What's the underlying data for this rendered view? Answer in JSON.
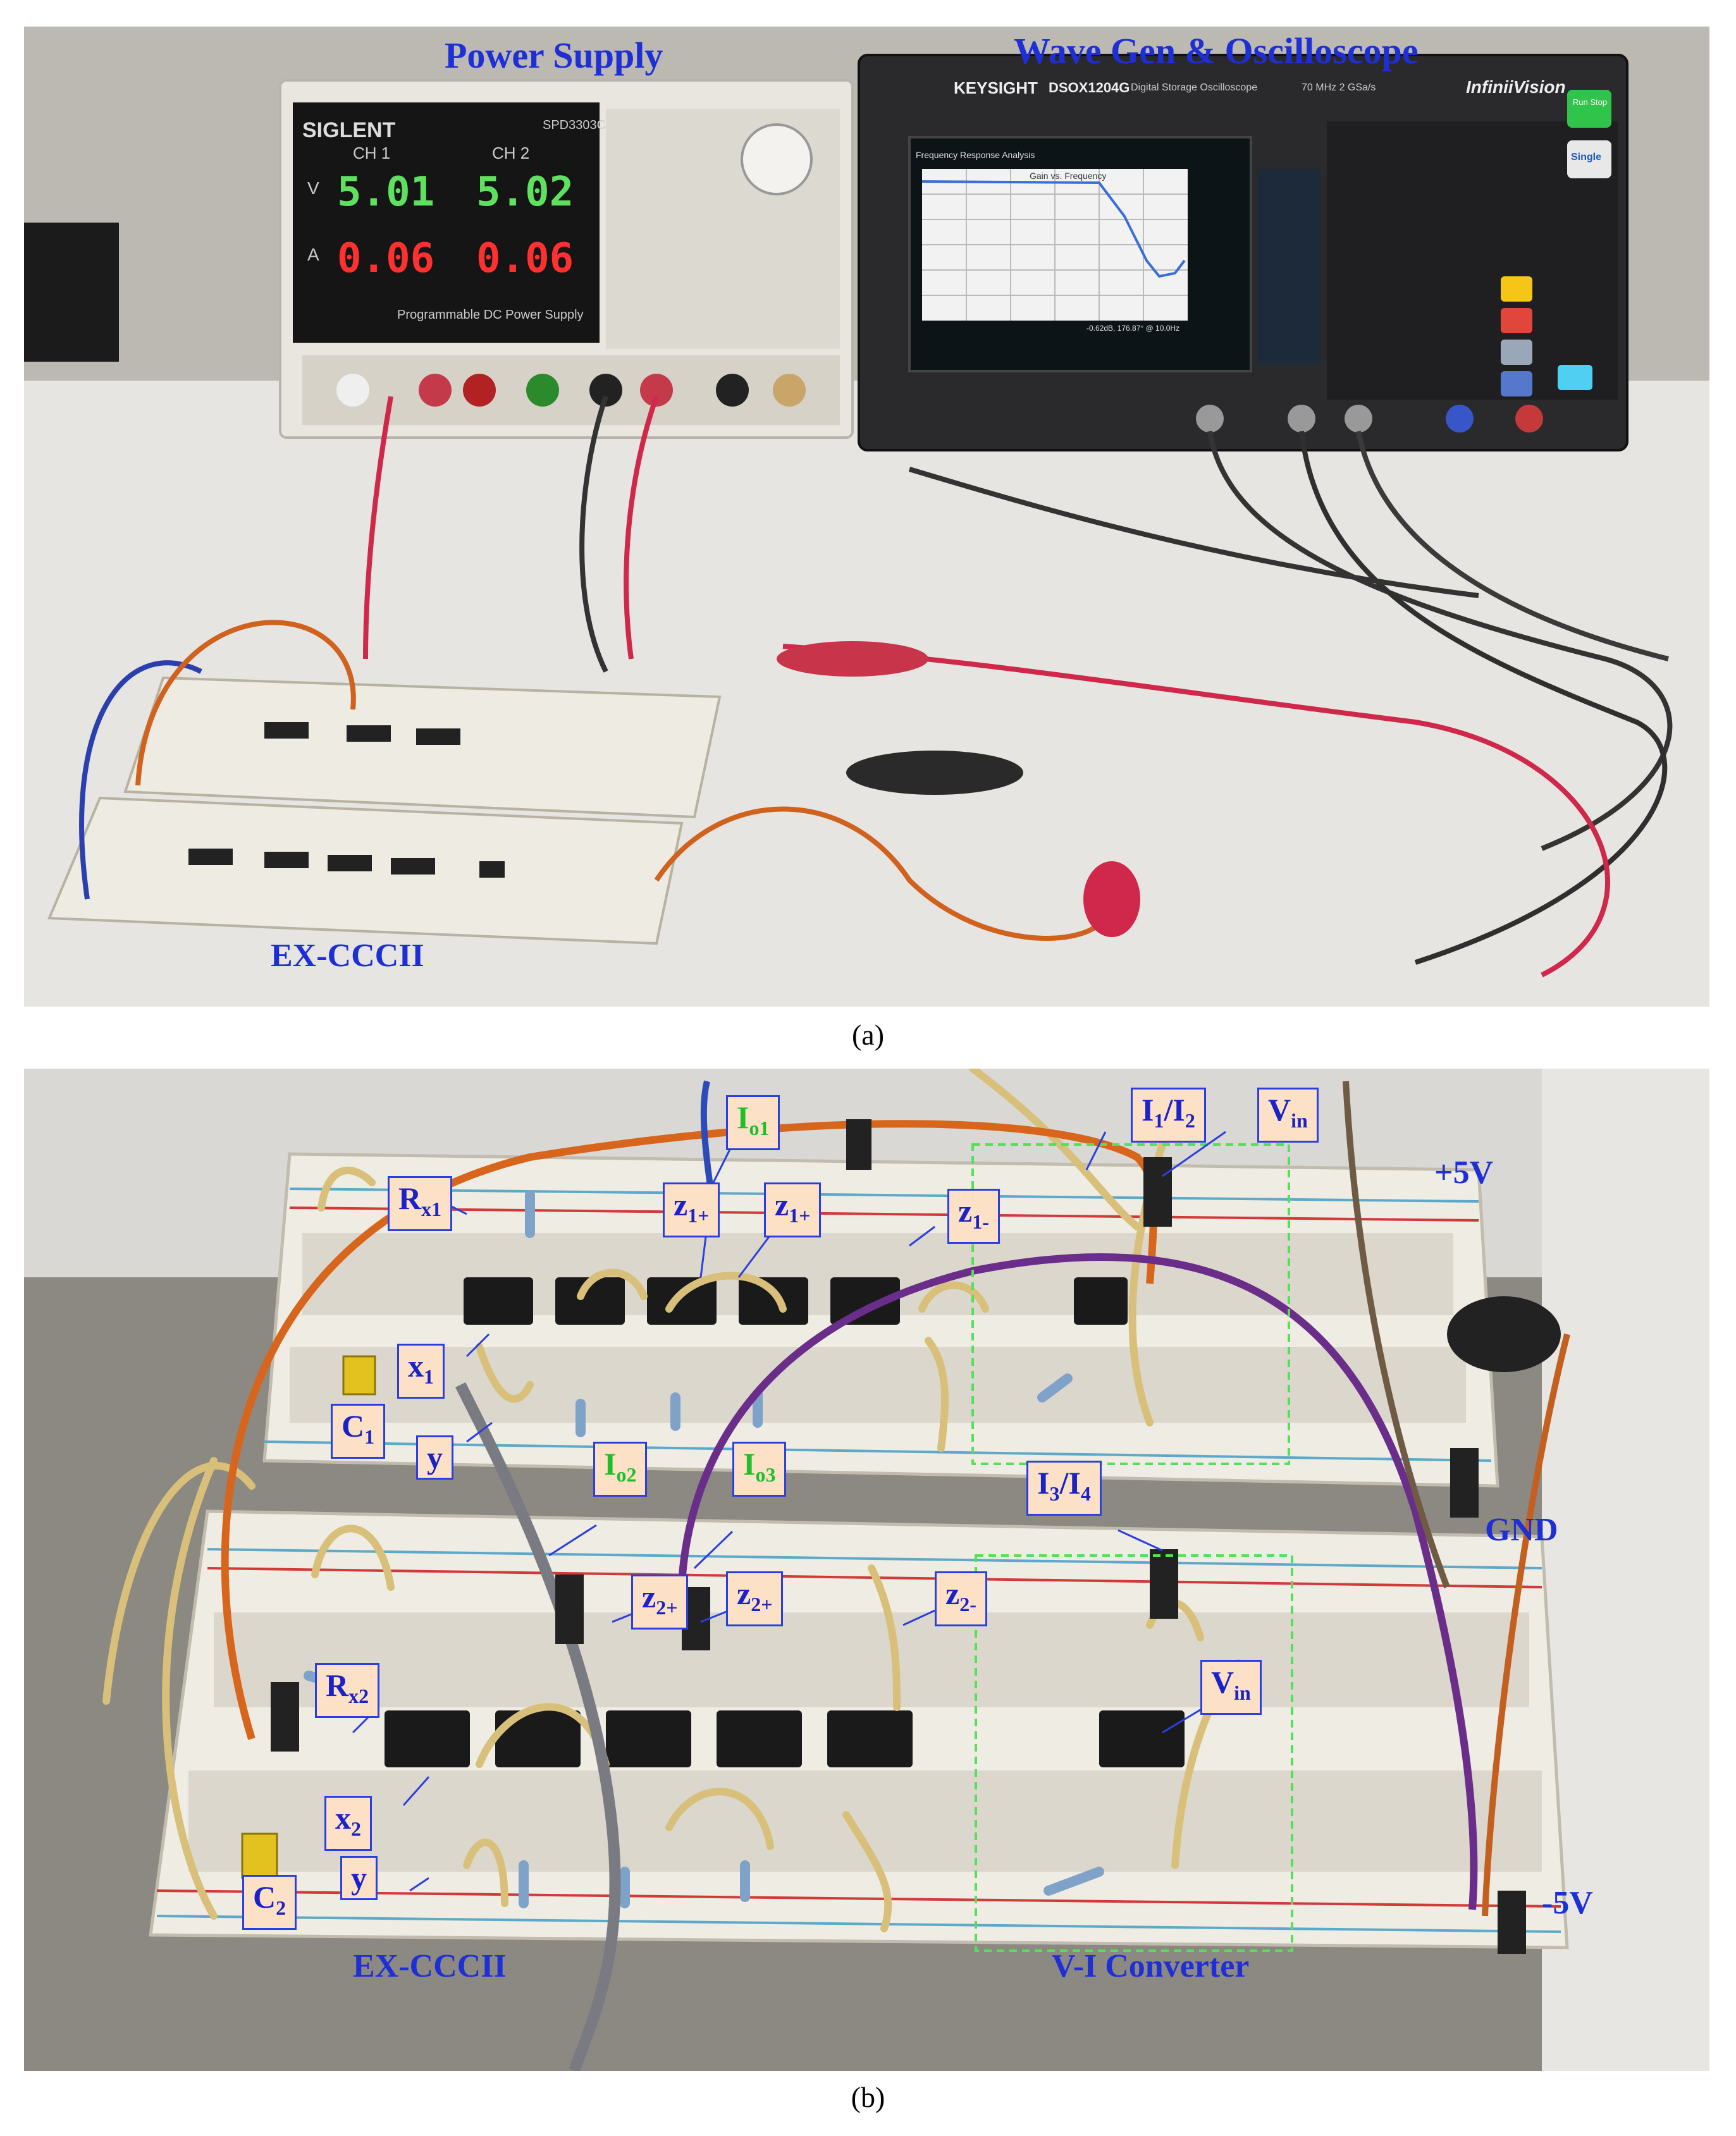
{
  "panel_a": {
    "labels": {
      "power_supply": "Power Supply",
      "wave_gen": "Wave Gen & Oscilloscope",
      "board": "EX-CCCII"
    },
    "psu": {
      "brand": "SIGLENT",
      "model": "SPD3303C",
      "ch1_label": "CH 1",
      "ch2_label": "CH 2",
      "ch1_volts": "5.01",
      "ch2_volts": "5.02",
      "ch1_amps": "0.06",
      "ch2_amps": "0.06",
      "volt_unit": "V",
      "amp_unit": "A",
      "subtitle": "Programmable DC Power Supply"
    },
    "scope": {
      "brand": "KEYSIGHT",
      "model": "DSOX1204G",
      "desc": "Digital Storage Oscilloscope",
      "spec": "70 MHz  2 GSa/s",
      "series": "InfiniiVision",
      "screen_title": "Frequency Response Analysis",
      "plot_title": "Gain vs. Frequency",
      "readout": "-0.62dB, 176.87° @ 10.0Hz",
      "run_stop": "Run Stop",
      "single": "Single"
    },
    "caption": "(a)"
  },
  "panel_b": {
    "tags": {
      "io1": "I",
      "io1_sub": "o1",
      "i1i2": "I",
      "i1i2_sub1": "1",
      "i1i2_mid": "/I",
      "i1i2_sub2": "2",
      "vin_top": "V",
      "vin_top_sub": "in",
      "rx1": "R",
      "rx1_sub": "x1",
      "z1p_a": "z",
      "z1p_a_sub": "1+",
      "z1p_b": "z",
      "z1p_b_sub": "1+",
      "z1m": "z",
      "z1m_sub": "1-",
      "x1": "x",
      "x1_sub": "1",
      "c1": "C",
      "c1_sub": "1",
      "y1": "y",
      "io2": "I",
      "io2_sub": "o2",
      "io3": "I",
      "io3_sub": "o3",
      "i3i4": "I",
      "i3i4_sub1": "3",
      "i3i4_mid": "/I",
      "i3i4_sub2": "4",
      "z2p_a": "z",
      "z2p_a_sub": "2+",
      "z2p_b": "z",
      "z2p_b_sub": "2+",
      "z2m": "z",
      "z2m_sub": "2-",
      "rx2": "R",
      "rx2_sub": "x2",
      "vin_bot": "V",
      "vin_bot_sub": "in",
      "x2": "x",
      "x2_sub": "2",
      "y2": "y",
      "c2": "C",
      "c2_sub": "2"
    },
    "rails": {
      "plus5": "+5V",
      "gnd": "GND",
      "minus5": "-5V"
    },
    "labels": {
      "board": "EX-CCCII",
      "converter": "V-I Converter"
    },
    "caption": "(b)"
  }
}
